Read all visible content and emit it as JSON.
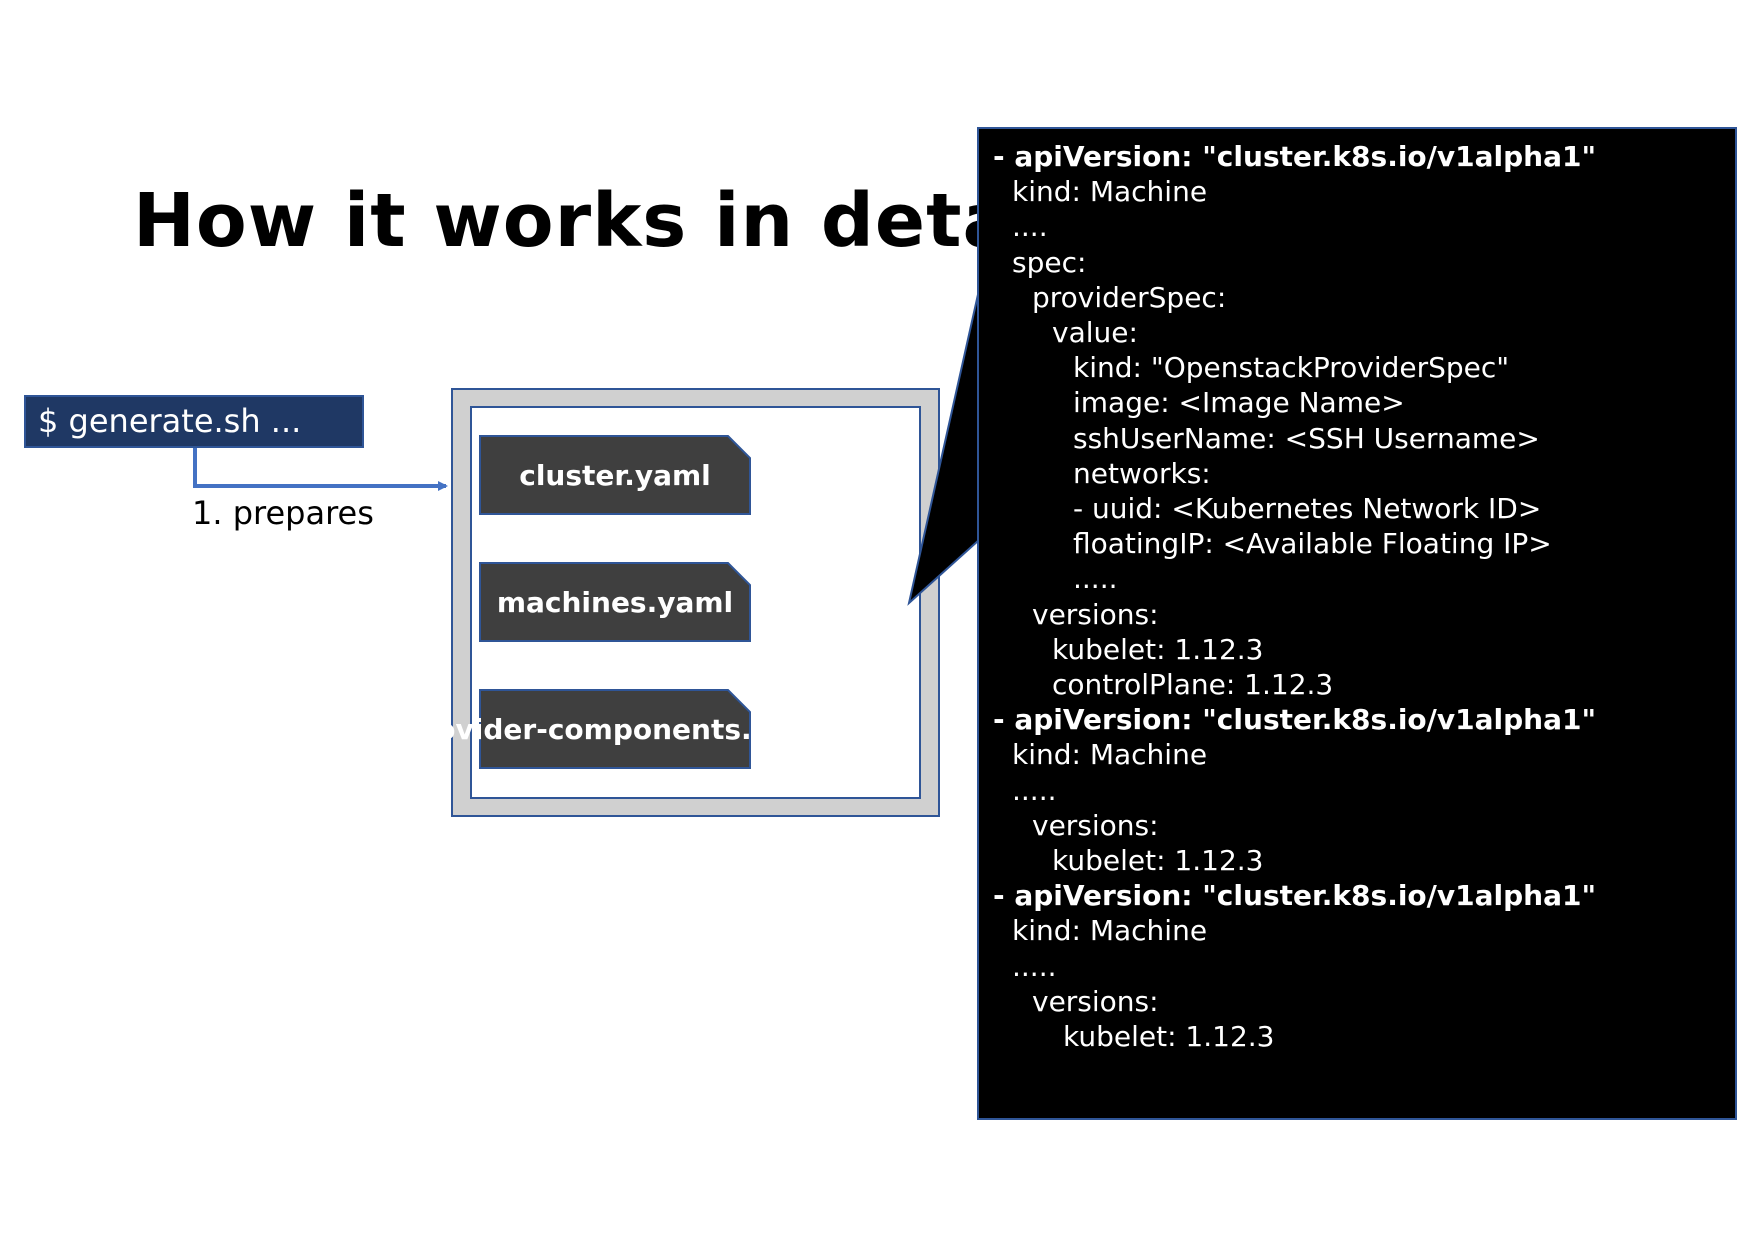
{
  "title": "How it works in detail?",
  "command": "$ generate.sh ...",
  "step_label": "1. prepares",
  "files": [
    {
      "name": "cluster.yaml"
    },
    {
      "name": "machines.yaml"
    },
    {
      "name": "provider-components.yaml"
    }
  ],
  "yaml_lines": [
    {
      "text": "- apiVersion: \"cluster.k8s.io/v1alpha1\"",
      "bold": true,
      "indent": 0
    },
    {
      "text": "kind: Machine",
      "bold": false,
      "indent": 1
    },
    {
      "text": "....",
      "bold": false,
      "indent": 1
    },
    {
      "text": "spec:",
      "bold": false,
      "indent": 1
    },
    {
      "text": "providerSpec:",
      "bold": false,
      "indent": 2
    },
    {
      "text": "value:",
      "bold": false,
      "indent": 3
    },
    {
      "text": "kind: \"OpenstackProviderSpec\"",
      "bold": false,
      "indent": 4
    },
    {
      "text": "image: <Image Name>",
      "bold": false,
      "indent": 4
    },
    {
      "text": "sshUserName: <SSH Username>",
      "bold": false,
      "indent": 4
    },
    {
      "text": "networks:",
      "bold": false,
      "indent": 4
    },
    {
      "text": "- uuid: <Kubernetes Network ID>",
      "bold": false,
      "indent": 4
    },
    {
      "text": "floatingIP: <Available Floating IP>",
      "bold": false,
      "indent": 4
    },
    {
      "text": ".....",
      "bold": false,
      "indent": 4
    },
    {
      "text": "versions:",
      "bold": false,
      "indent": 2
    },
    {
      "text": "kubelet: 1.12.3",
      "bold": false,
      "indent": 3
    },
    {
      "text": "controlPlane: 1.12.3",
      "bold": false,
      "indent": 3
    },
    {
      "text": "- apiVersion: \"cluster.k8s.io/v1alpha1\"",
      "bold": true,
      "indent": 0
    },
    {
      "text": "kind: Machine",
      "bold": false,
      "indent": 1
    },
    {
      "text": ".....",
      "bold": false,
      "indent": 1
    },
    {
      "text": "versions:",
      "bold": false,
      "indent": 2
    },
    {
      "text": "kubelet: 1.12.3",
      "bold": false,
      "indent": 3
    },
    {
      "text": "- apiVersion: \"cluster.k8s.io/v1alpha1\"",
      "bold": true,
      "indent": 0
    },
    {
      "text": "kind: Machine",
      "bold": false,
      "indent": 1
    },
    {
      "text": ".....",
      "bold": false,
      "indent": 1
    },
    {
      "text": "versions:",
      "bold": false,
      "indent": 2
    },
    {
      "text": "kubelet: 1.12.3",
      "bold": false,
      "indent": 3
    }
  ],
  "colors": {
    "command_bg": "#1f3864",
    "accent": "#4472c4",
    "file_bg": "#3f3f3f",
    "panel_bg": "#000000",
    "container_bg": "#d0d0d0"
  }
}
